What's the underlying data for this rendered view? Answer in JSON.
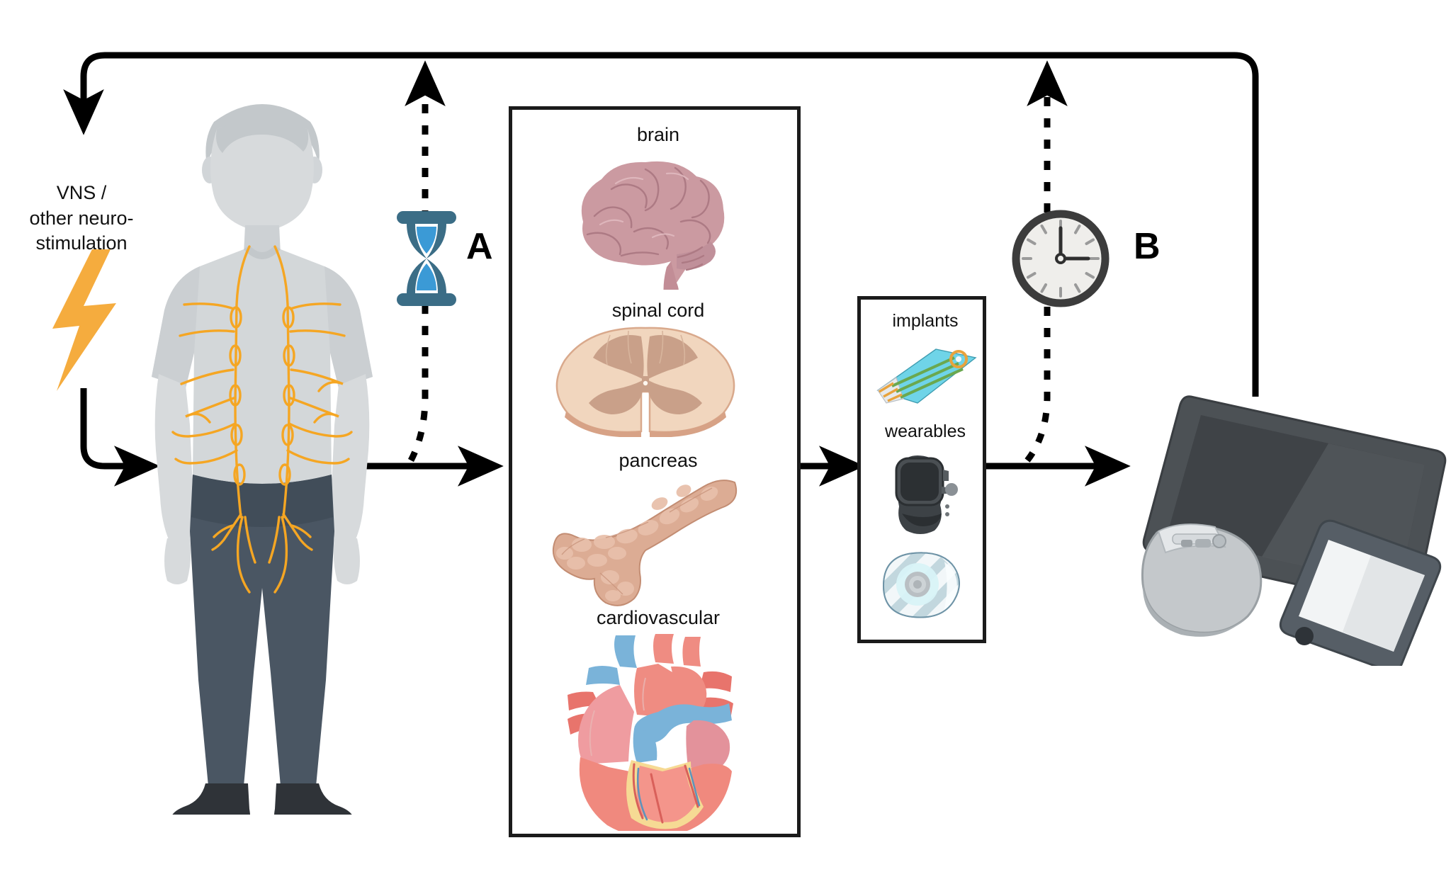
{
  "figure": {
    "type": "closed-loop neuromodulation workflow diagram",
    "background": "#ffffff"
  },
  "stimulation": {
    "label": "VNS /\nother neuro-\nstimulation",
    "icon": "lightning-bolt-icon",
    "icon_color": "#f5ac3e"
  },
  "patient": {
    "name": "human-figure",
    "body_color": "#d7dadc",
    "shirt_color": "#d3d7d9",
    "pants_color": "#4a5663",
    "shoe_color": "#2f3338",
    "nerve_color": "#f5a623",
    "nerve_system": "autonomic / vagus nerve network"
  },
  "delay_markers": [
    {
      "id": "A",
      "icon": "hourglass-icon",
      "letter": "A",
      "frame_color": "#3b6d86",
      "sand_color": "#3b9ad6"
    },
    {
      "id": "B",
      "icon": "clock-icon",
      "letter": "B",
      "rim_color": "#3c3c3c",
      "face_color": "#efeeeb",
      "time": "3:00"
    }
  ],
  "organ_panel": {
    "name": "organ-targets-panel",
    "items": [
      {
        "label": "brain",
        "icon": "brain-icon",
        "color": "#cb9aa1"
      },
      {
        "label": "spinal cord",
        "icon": "spinal-cord-icon",
        "color": "#f1d6be"
      },
      {
        "label": "pancreas",
        "icon": "pancreas-icon",
        "color": "#dcac94"
      },
      {
        "label": "cardiovascular",
        "icon": "heart-icon",
        "color": "#f0897e"
      }
    ]
  },
  "device_panel": {
    "name": "sensing-devices-panel",
    "items": [
      {
        "label": "implants",
        "icon": "electrode-array-icon",
        "color": "#6fd4e8"
      },
      {
        "label": "wearables",
        "icon": "smartwatch-icon",
        "color": "#3d4246"
      },
      {
        "label": "",
        "icon": "skin-patch-sensor-icon",
        "color": "#cfdfe6"
      }
    ]
  },
  "readout": {
    "name": "readout-devices",
    "items": [
      {
        "icon": "tablet-icon",
        "color": "#4c5155"
      },
      {
        "icon": "implantable-pulse-generator-icon",
        "color": "#c4c8cb"
      },
      {
        "icon": "smartphone-icon",
        "color": "#565e66"
      }
    ]
  },
  "flow": {
    "solid_arrow_color": "#000000",
    "dotted_arrow_color": "#000000",
    "arrows": [
      {
        "name": "feedback-return-left",
        "style": "solid"
      },
      {
        "name": "stimulation-to-patient",
        "style": "solid"
      },
      {
        "name": "patient-to-organs",
        "style": "solid"
      },
      {
        "name": "organs-to-devices",
        "style": "solid"
      },
      {
        "name": "devices-to-readout",
        "style": "solid"
      },
      {
        "name": "readout-feedback-top",
        "style": "solid"
      },
      {
        "name": "latency-a-dotted",
        "style": "dotted"
      },
      {
        "name": "latency-b-dotted",
        "style": "dotted"
      }
    ]
  }
}
